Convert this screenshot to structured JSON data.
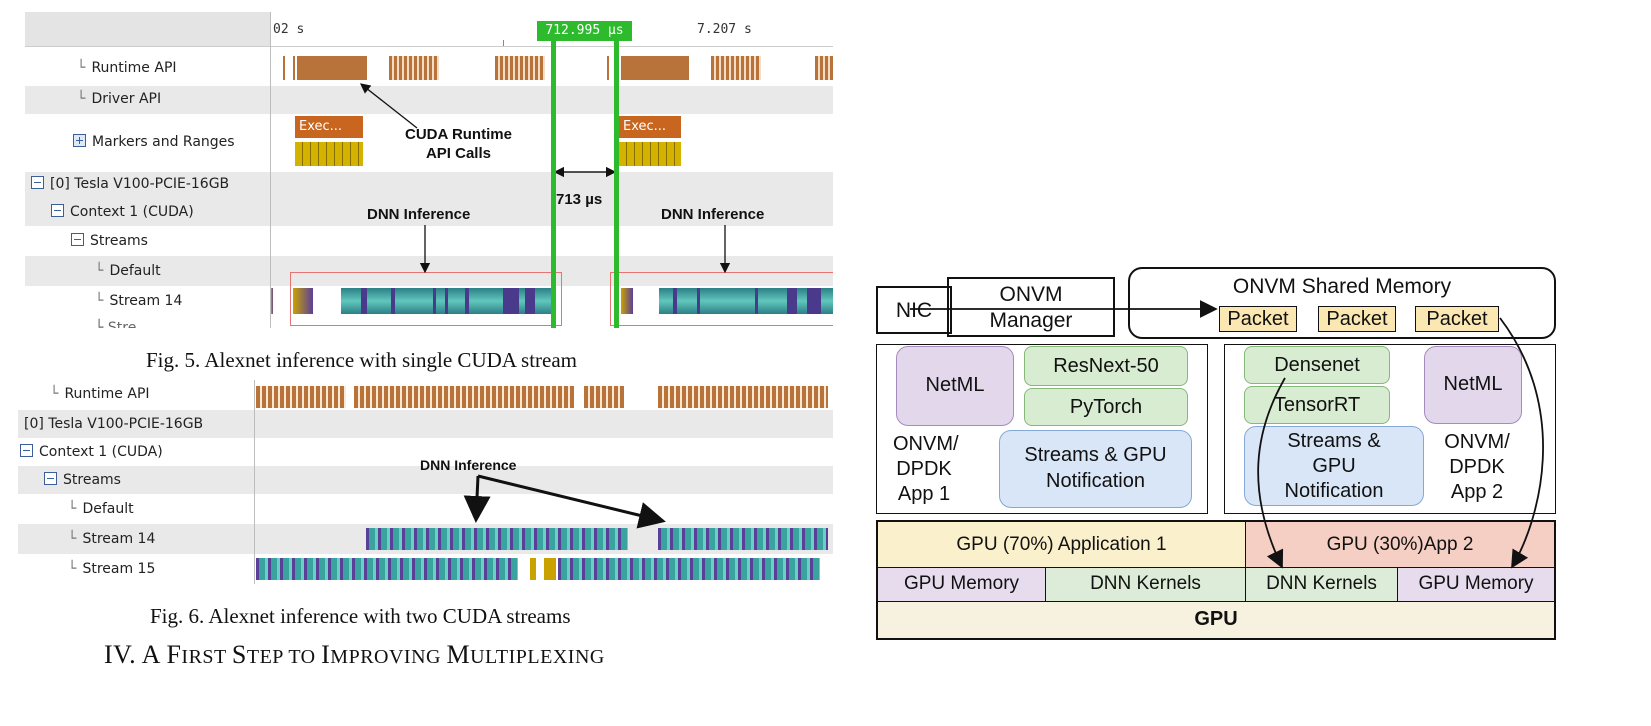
{
  "fig5": {
    "rows": [
      {
        "label": "Runtime API",
        "indent": "tick"
      },
      {
        "label": "Driver API",
        "indent": "tick"
      },
      {
        "label": "Markers and Ranges",
        "indent": "plus"
      },
      {
        "label": "[0] Tesla V100-PCIE-16GB",
        "indent": "minus0"
      },
      {
        "label": "Context 1 (CUDA)",
        "indent": "minus1"
      },
      {
        "label": "Streams",
        "indent": "minus2"
      },
      {
        "label": "Default",
        "indent": "tick3"
      },
      {
        "label": "Stream 14",
        "indent": "tick3"
      }
    ],
    "ruler_left": "02 s",
    "ruler_right": "7.207 s",
    "ruler_marker": "712.995 µs",
    "exec_label_1": "Exec...",
    "exec_label_2": "Exec...",
    "annotation_runtime": "CUDA Runtime\nAPI Calls",
    "annotation_gap": "713 µs",
    "annotation_dnn_1": "DNN Inference",
    "annotation_dnn_2": "DNN Inference",
    "colors": {
      "runtime": "#b8733a",
      "exec": "#c8651e",
      "marker": "#c9a200",
      "stream": "#3aa3a0",
      "kernel": "#5b3f9a",
      "highlight": "#e87373",
      "cursor": "#2dbb2d"
    }
  },
  "fig5_caption": "Fig. 5.  Alexnet inference with single CUDA stream",
  "fig6": {
    "rows": [
      {
        "label": "Runtime API",
        "indent": "tick"
      },
      {
        "label": "[0] Tesla V100-PCIE-16GB",
        "indent": "none"
      },
      {
        "label": "Context 1 (CUDA)",
        "indent": "minus0"
      },
      {
        "label": "Streams",
        "indent": "minus1"
      },
      {
        "label": "Default",
        "indent": "tick2"
      },
      {
        "label": "Stream 14",
        "indent": "tick2"
      },
      {
        "label": "Stream 15",
        "indent": "tick2"
      }
    ],
    "annotation_dnn": "DNN Inference"
  },
  "fig6_caption": "Fig. 6.  Alexnet inference with two CUDA streams",
  "section_heading": {
    "number": "IV.",
    "words": [
      [
        "A",
        " "
      ],
      [
        "F",
        "IRST "
      ],
      [
        "S",
        "TEP TO "
      ],
      [
        "I",
        "MPROVING "
      ],
      [
        "M",
        "ULTIPLEXING"
      ]
    ]
  },
  "diagram": {
    "nic": "NIC",
    "onvm_manager_1": "ONVM",
    "onvm_manager_2": "Manager",
    "shared_memory": "ONVM Shared Memory",
    "packets": [
      "Packet",
      "Packet",
      "Packet"
    ],
    "app1": {
      "netml": "NetML",
      "model": "ResNext-50",
      "framework": "PyTorch",
      "label": [
        "ONVM/",
        "DPDK",
        "App 1"
      ],
      "streams": [
        "Streams & GPU",
        "Notification"
      ]
    },
    "app2": {
      "netml": "NetML",
      "model": "Densenet",
      "framework": "TensorRT",
      "label": [
        "ONVM/",
        "DPDK",
        "App 2"
      ],
      "streams": [
        "Streams &",
        "GPU",
        "Notification"
      ]
    },
    "gpu_app1": "GPU (70%)  Application 1",
    "gpu_app2": "GPU (30%)App 2",
    "gpu_memory_1": "GPU Memory",
    "dnn_kernels_1": "DNN Kernels",
    "dnn_kernels_2": "DNN Kernels",
    "gpu_memory_2": "GPU Memory",
    "gpu": "GPU",
    "colors": {
      "netml": "#e3d7ec",
      "model": "#d8ecd2",
      "streams": "#d9e6f7",
      "app1": "#fbf0cc",
      "app2": "#f6cfc4",
      "memory": "#e6dcee",
      "kernels": "#dcecd8",
      "gpu": "#f7f2df"
    }
  }
}
